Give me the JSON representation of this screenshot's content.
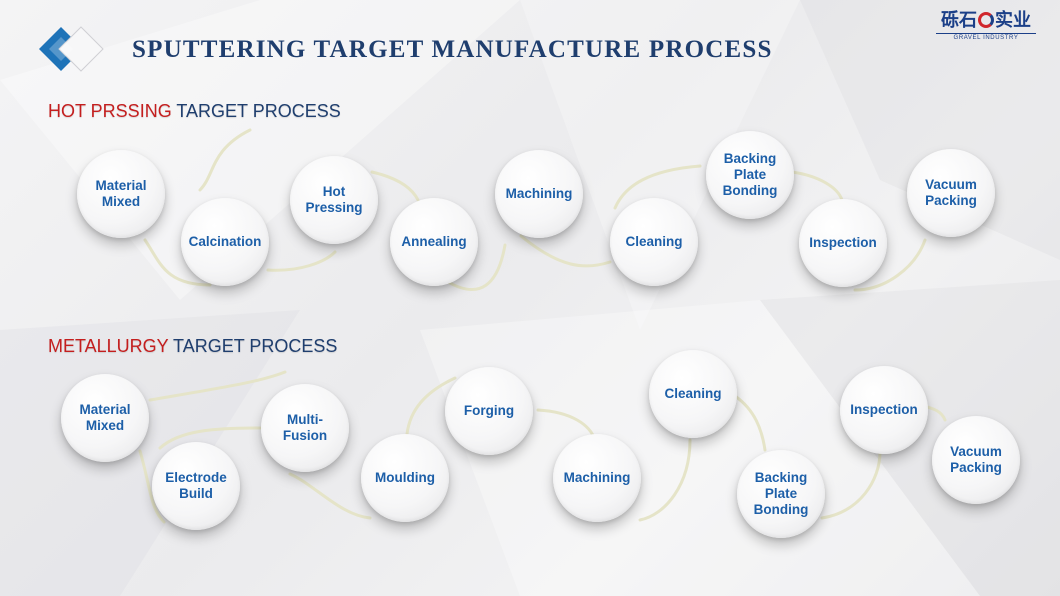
{
  "title": "SPUTTERING TARGET MANUFACTURE PROCESS",
  "logo": {
    "name_left": "砾石",
    "name_right": "实业",
    "sub": "GRAVEL INDUSTRY"
  },
  "sections": [
    {
      "title_highlight": "HOT PRSSING",
      "title_rest": " TARGET PROCESS",
      "steps": [
        "Material\nMixed",
        "Calcination",
        "Hot\nPressing",
        "Annealing",
        "Machining",
        "Cleaning",
        "Backing\nPlate\nBonding",
        "Inspection",
        "Vacuum\nPacking"
      ]
    },
    {
      "title_highlight": "METALLURGY",
      "title_rest": " TARGET PROCESS",
      "steps": [
        "Material\nMixed",
        "Electrode\nBuild",
        "Multi-Fusion",
        "Moulding",
        "Forging",
        "Machining",
        "Cleaning",
        "Backing\nPlate\nBonding",
        "Inspection",
        "Vacuum\nPacking"
      ]
    }
  ],
  "colors": {
    "accent_red": "#c41e1e",
    "accent_blue": "#1f3e6e",
    "node_text": "#1d5fa8",
    "connector": "#e5e4c8"
  }
}
